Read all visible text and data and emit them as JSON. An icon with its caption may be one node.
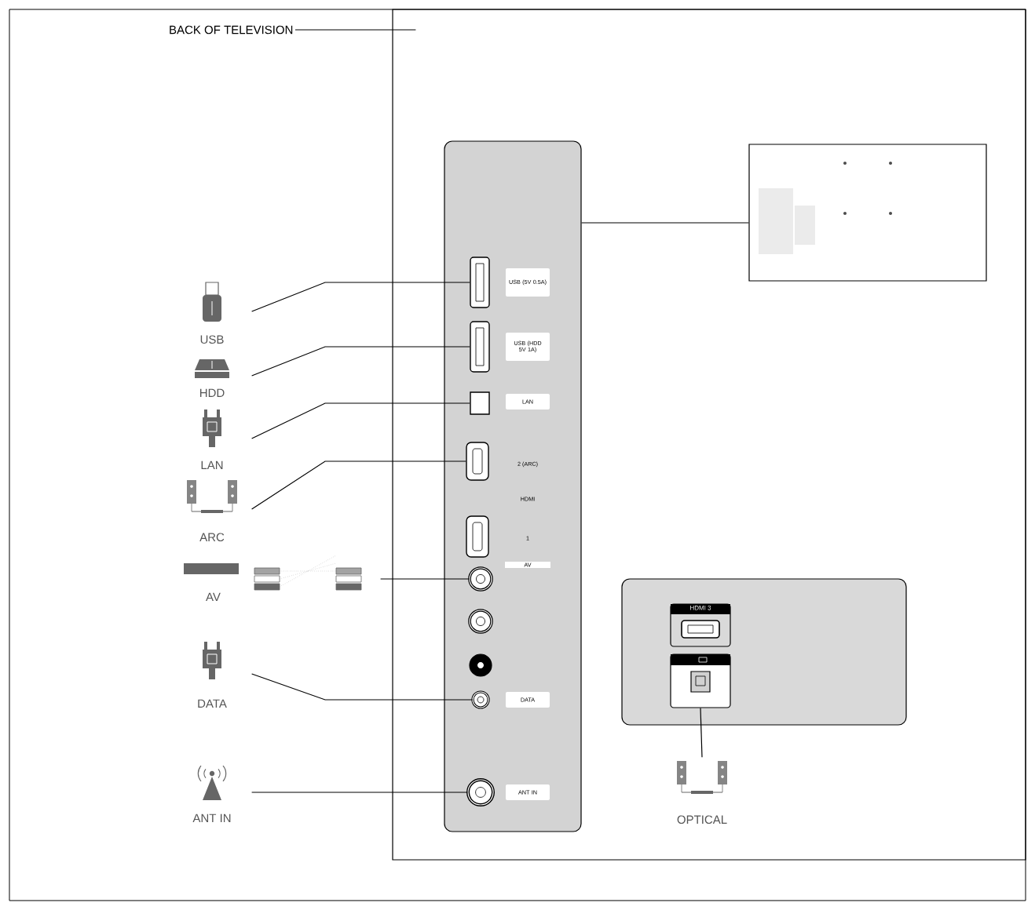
{
  "diagram": {
    "nodes": [
      {
        "text": [
          "BACK OF TELEVISION"
        ]
      },
      {
        "text": [],
        "shape": "box"
      },
      {
        "text": [],
        "shape": "box",
        "in": 1
      },
      {
        "text": [],
        "shape": "box",
        "in": 1
      },
      {
        "text": [],
        "shape": "box",
        "in": 1
      },
      {
        "text": [
          "HDMI 3"
        ],
        "in": 4
      },
      {
        "text": [],
        "shape": "box",
        "in": 4
      },
      {
        "text": [
          "USB"
        ]
      },
      {
        "text": [
          "HDD"
        ]
      },
      {
        "text": [
          "LAN"
        ]
      },
      {
        "text": [
          "ARC"
        ]
      },
      {
        "text": [
          "AV"
        ]
      },
      {
        "text": [
          "DATA"
        ]
      },
      {
        "text": [
          "ANT IN"
        ]
      },
      {
        "text": [
          "OPTICAL"
        ],
        "in": 1
      },
      {
        "text": [],
        "shape": "box",
        "in": 2
      },
      {
        "text": [],
        "shape": "box",
        "in": 2
      },
      {
        "text": [],
        "shape": "box",
        "in": 2
      },
      {
        "text": [],
        "shape": "box",
        "in": 2
      },
      {
        "text": [],
        "shape": "box",
        "in": 2
      },
      {
        "text": [],
        "shape": "circle",
        "in": 2
      },
      {
        "text": [],
        "shape": "circle",
        "in": 2
      },
      {
        "text": [],
        "shape": "circle",
        "in": 2
      },
      {
        "text": [],
        "shape": "circle",
        "in": 2
      },
      {
        "text": [],
        "shape": "circle",
        "in": 2
      }
    ],
    "edges": [
      {
        "from": 0,
        "to": 1,
        "arrow": "none"
      },
      {
        "from": 7,
        "to": 15,
        "arrow": "none"
      },
      {
        "from": 8,
        "to": 16,
        "arrow": "none"
      },
      {
        "from": 9,
        "to": 17,
        "arrow": "none"
      },
      {
        "from": 10,
        "to": 18,
        "arrow": "none"
      },
      {
        "from": 11,
        "to": 20,
        "arrow": "none"
      },
      {
        "from": 12,
        "to": 23,
        "arrow": "none"
      },
      {
        "from": 13,
        "to": 24,
        "arrow": "none"
      },
      {
        "from": 14,
        "to": 6,
        "arrow": "none"
      },
      {
        "from": 2,
        "to": 3,
        "arrow": "none"
      }
    ],
    "labels": [
      "USB (5V 0.5A)",
      "USB (HDD 5V 1A)",
      "LAN",
      "2 (ARC)",
      "HDMI",
      "1",
      "AV",
      "DATA",
      "ANT IN"
    ]
  }
}
